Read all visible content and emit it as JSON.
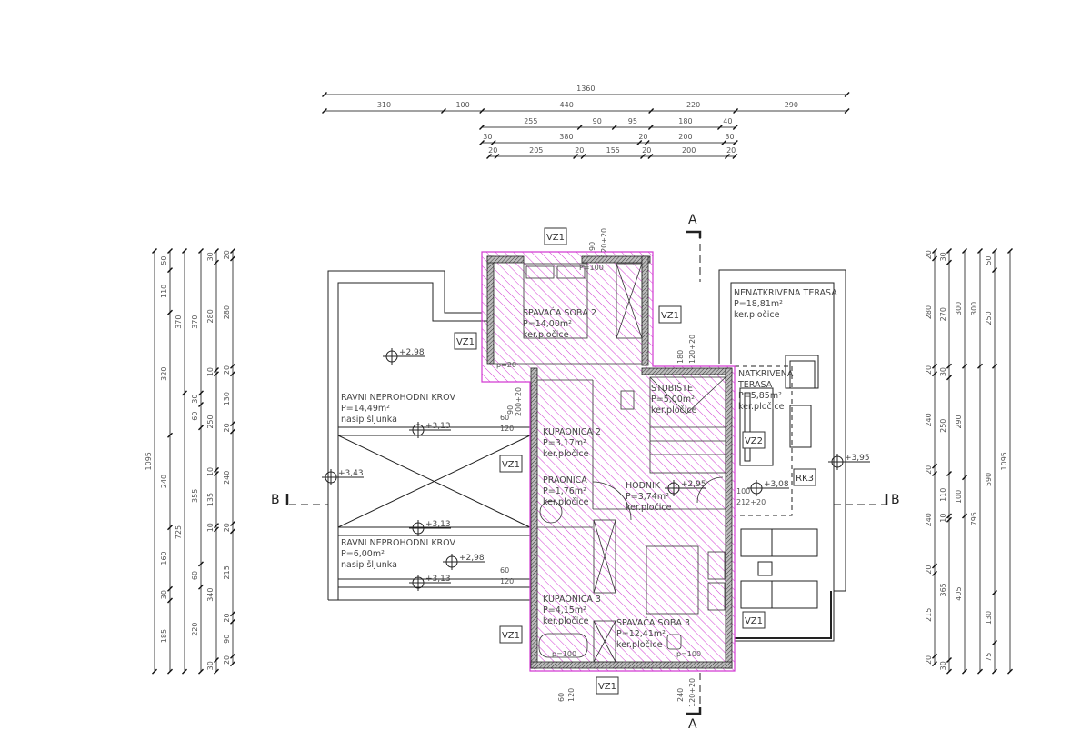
{
  "colors": {
    "hatch": "#d23bd2",
    "line": "#222222",
    "dim_text": "#555555"
  },
  "dimensions": {
    "top": [
      {
        "values": [
          1360
        ]
      },
      {
        "values": [
          310,
          100,
          440,
          220,
          290
        ]
      },
      {
        "values": [
          255,
          90,
          95,
          180,
          40
        ]
      },
      {
        "values": [
          30,
          380,
          20,
          200,
          30
        ]
      },
      {
        "values": [
          20,
          205,
          20,
          155,
          20,
          200,
          20
        ]
      }
    ],
    "left": [
      {
        "values": [
          1095
        ]
      },
      {
        "values": [
          50,
          110,
          320,
          240,
          160,
          30,
          185
        ]
      },
      {
        "values": [
          370,
          725
        ]
      },
      {
        "values": [
          370,
          30,
          60,
          355,
          60,
          220
        ]
      },
      {
        "values": [
          30,
          280,
          10,
          250,
          10,
          135,
          10,
          340,
          30
        ]
      },
      {
        "values": [
          20,
          280,
          20,
          130,
          20,
          240,
          20,
          215,
          20,
          90,
          20
        ]
      }
    ],
    "right": [
      {
        "values": [
          20,
          280,
          20,
          240,
          20,
          240,
          20,
          215,
          20
        ]
      },
      {
        "values": [
          30,
          270,
          30,
          250,
          110,
          10,
          365,
          30
        ]
      },
      {
        "values": [
          300,
          290,
          100,
          405
        ]
      },
      {
        "values": [
          300,
          795
        ]
      },
      {
        "values": [
          50,
          250,
          590,
          130,
          75
        ]
      },
      {
        "values": [
          1095
        ]
      }
    ]
  },
  "rooms": [
    {
      "name": "SPAVAĆA SOBA 2",
      "area": "P=14,00m²",
      "finish": "ker.pločice"
    },
    {
      "name": "KUPAONICA 2",
      "area": "P=3,17m²",
      "finish": "ker.pločice"
    },
    {
      "name": "PRAONICA",
      "area": "P=1,76m²",
      "finish": "ker.pločice"
    },
    {
      "name": "HODNIK",
      "area": "P=3,74m²",
      "finish": "ker.pločice"
    },
    {
      "name": "STUBIŠTE",
      "area": "P=5,00m²",
      "finish": "ker.pločice"
    },
    {
      "name": "KUPAONICA 3",
      "area": "P=4,15m²",
      "finish": "ker.pločice"
    },
    {
      "name": "SPAVAĆA SOBA 3",
      "area": "P=12,41m²",
      "finish": "ker.pločice"
    },
    {
      "name": "NENATKRIVENA TERASA",
      "area": "P=18,81m²",
      "finish": "ker.pločice"
    },
    {
      "name": "NATKRIVENA",
      "name2": "TERASA",
      "area": "P=5,85m²",
      "finish": "ker.pločice"
    },
    {
      "name": "RAVNI NEPROHODNI KROV",
      "area": "P=14,49m²",
      "finish": "nasip šljunka"
    },
    {
      "name": "RAVNI NEPROHODNI KROV",
      "area": "P=6,00m²",
      "finish": "nasip šljunka"
    }
  ],
  "levels": [
    "+2,98",
    "+3,13",
    "+3,43",
    "+3,13",
    "+2,98",
    "+3,13",
    "+2,95",
    "+3,08",
    "+3,95"
  ],
  "tags": [
    "VZ1",
    "VZ1",
    "VZ1",
    "VZ1",
    "VZ1",
    "VZ1",
    "VZ1",
    "VZ2",
    "RK3"
  ],
  "openings": {
    "top_a": "90",
    "top_b": "120+20",
    "stair_a": "180",
    "stair_b": "120+20",
    "bath2_a": "90",
    "bath2_b": "200+20",
    "w1_a": "60",
    "w1_b": "120",
    "w2_a": "60",
    "w2_b": "120",
    "door_a": "100",
    "door_b": "212+20",
    "bot1_a": "60",
    "bot1_b": "120",
    "bot2_a": "240",
    "bot2_b": "120+20",
    "p1": "p=20",
    "p2": "p=100",
    "p3": "p=100",
    "p4": "P=100"
  },
  "sections": {
    "a_top": "A",
    "a_bottom": "A",
    "b_left": "B",
    "b_right": "B"
  }
}
